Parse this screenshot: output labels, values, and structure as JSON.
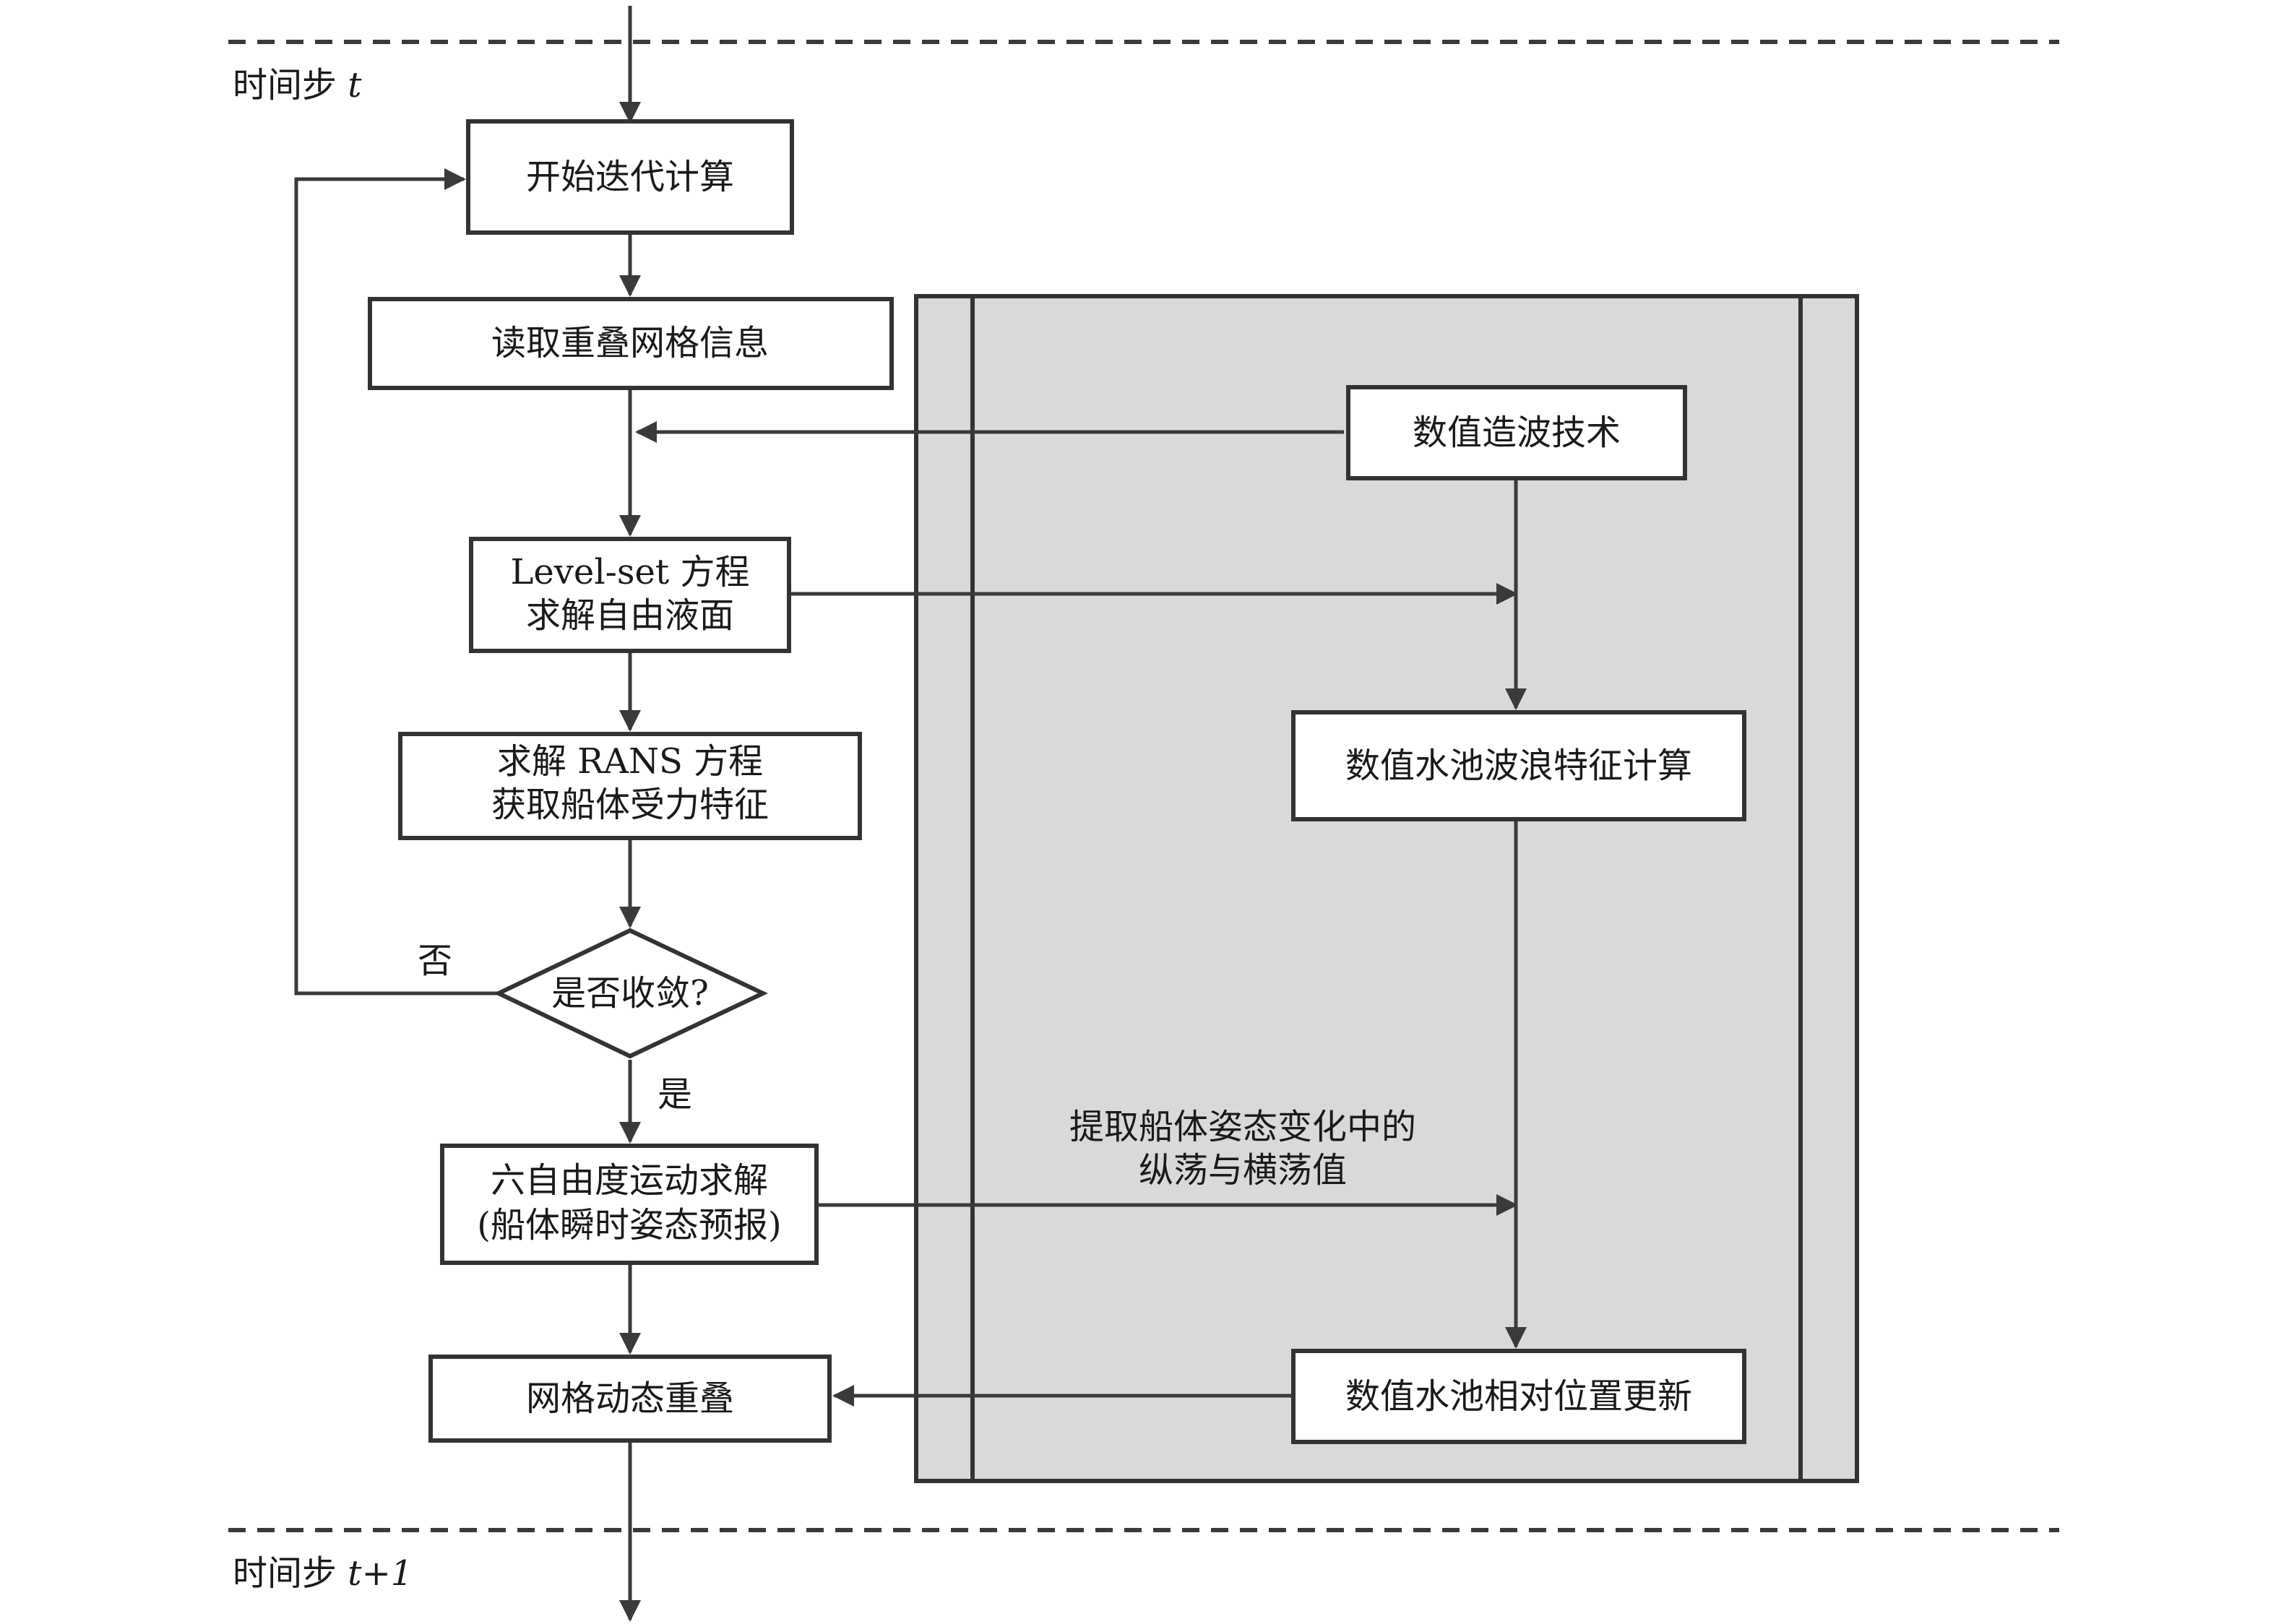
{
  "time_step_top": "时间步",
  "time_step_top_var": "t",
  "time_step_bottom": "时间步",
  "time_step_bottom_var": "t+1",
  "nodes": {
    "start_iteration": "开始迭代计算",
    "read_grid": "读取重叠网格信息",
    "levelset_line1": "Level-set 方程",
    "levelset_line2": "求解自由液面",
    "rans_line1": "求解 RANS 方程",
    "rans_line2": "获取船体受力特征",
    "converge": "是否收敛?",
    "sixdof_line1": "六自由度运动求解",
    "sixdof_line2": "(船体瞬时姿态预报)",
    "grid_overlap": "网格动态重叠",
    "wave_making": "数值造波技术",
    "wave_features": "数值水池波浪特征计算",
    "pool_update": "数值水池相对位置更新"
  },
  "edge_labels": {
    "no": "否",
    "yes": "是",
    "extract_line1": "提取船体姿态变化中的",
    "extract_line2": "纵荡与横荡值"
  },
  "colors": {
    "panel_fill": "#d9d9d9",
    "stroke": "#333333"
  }
}
